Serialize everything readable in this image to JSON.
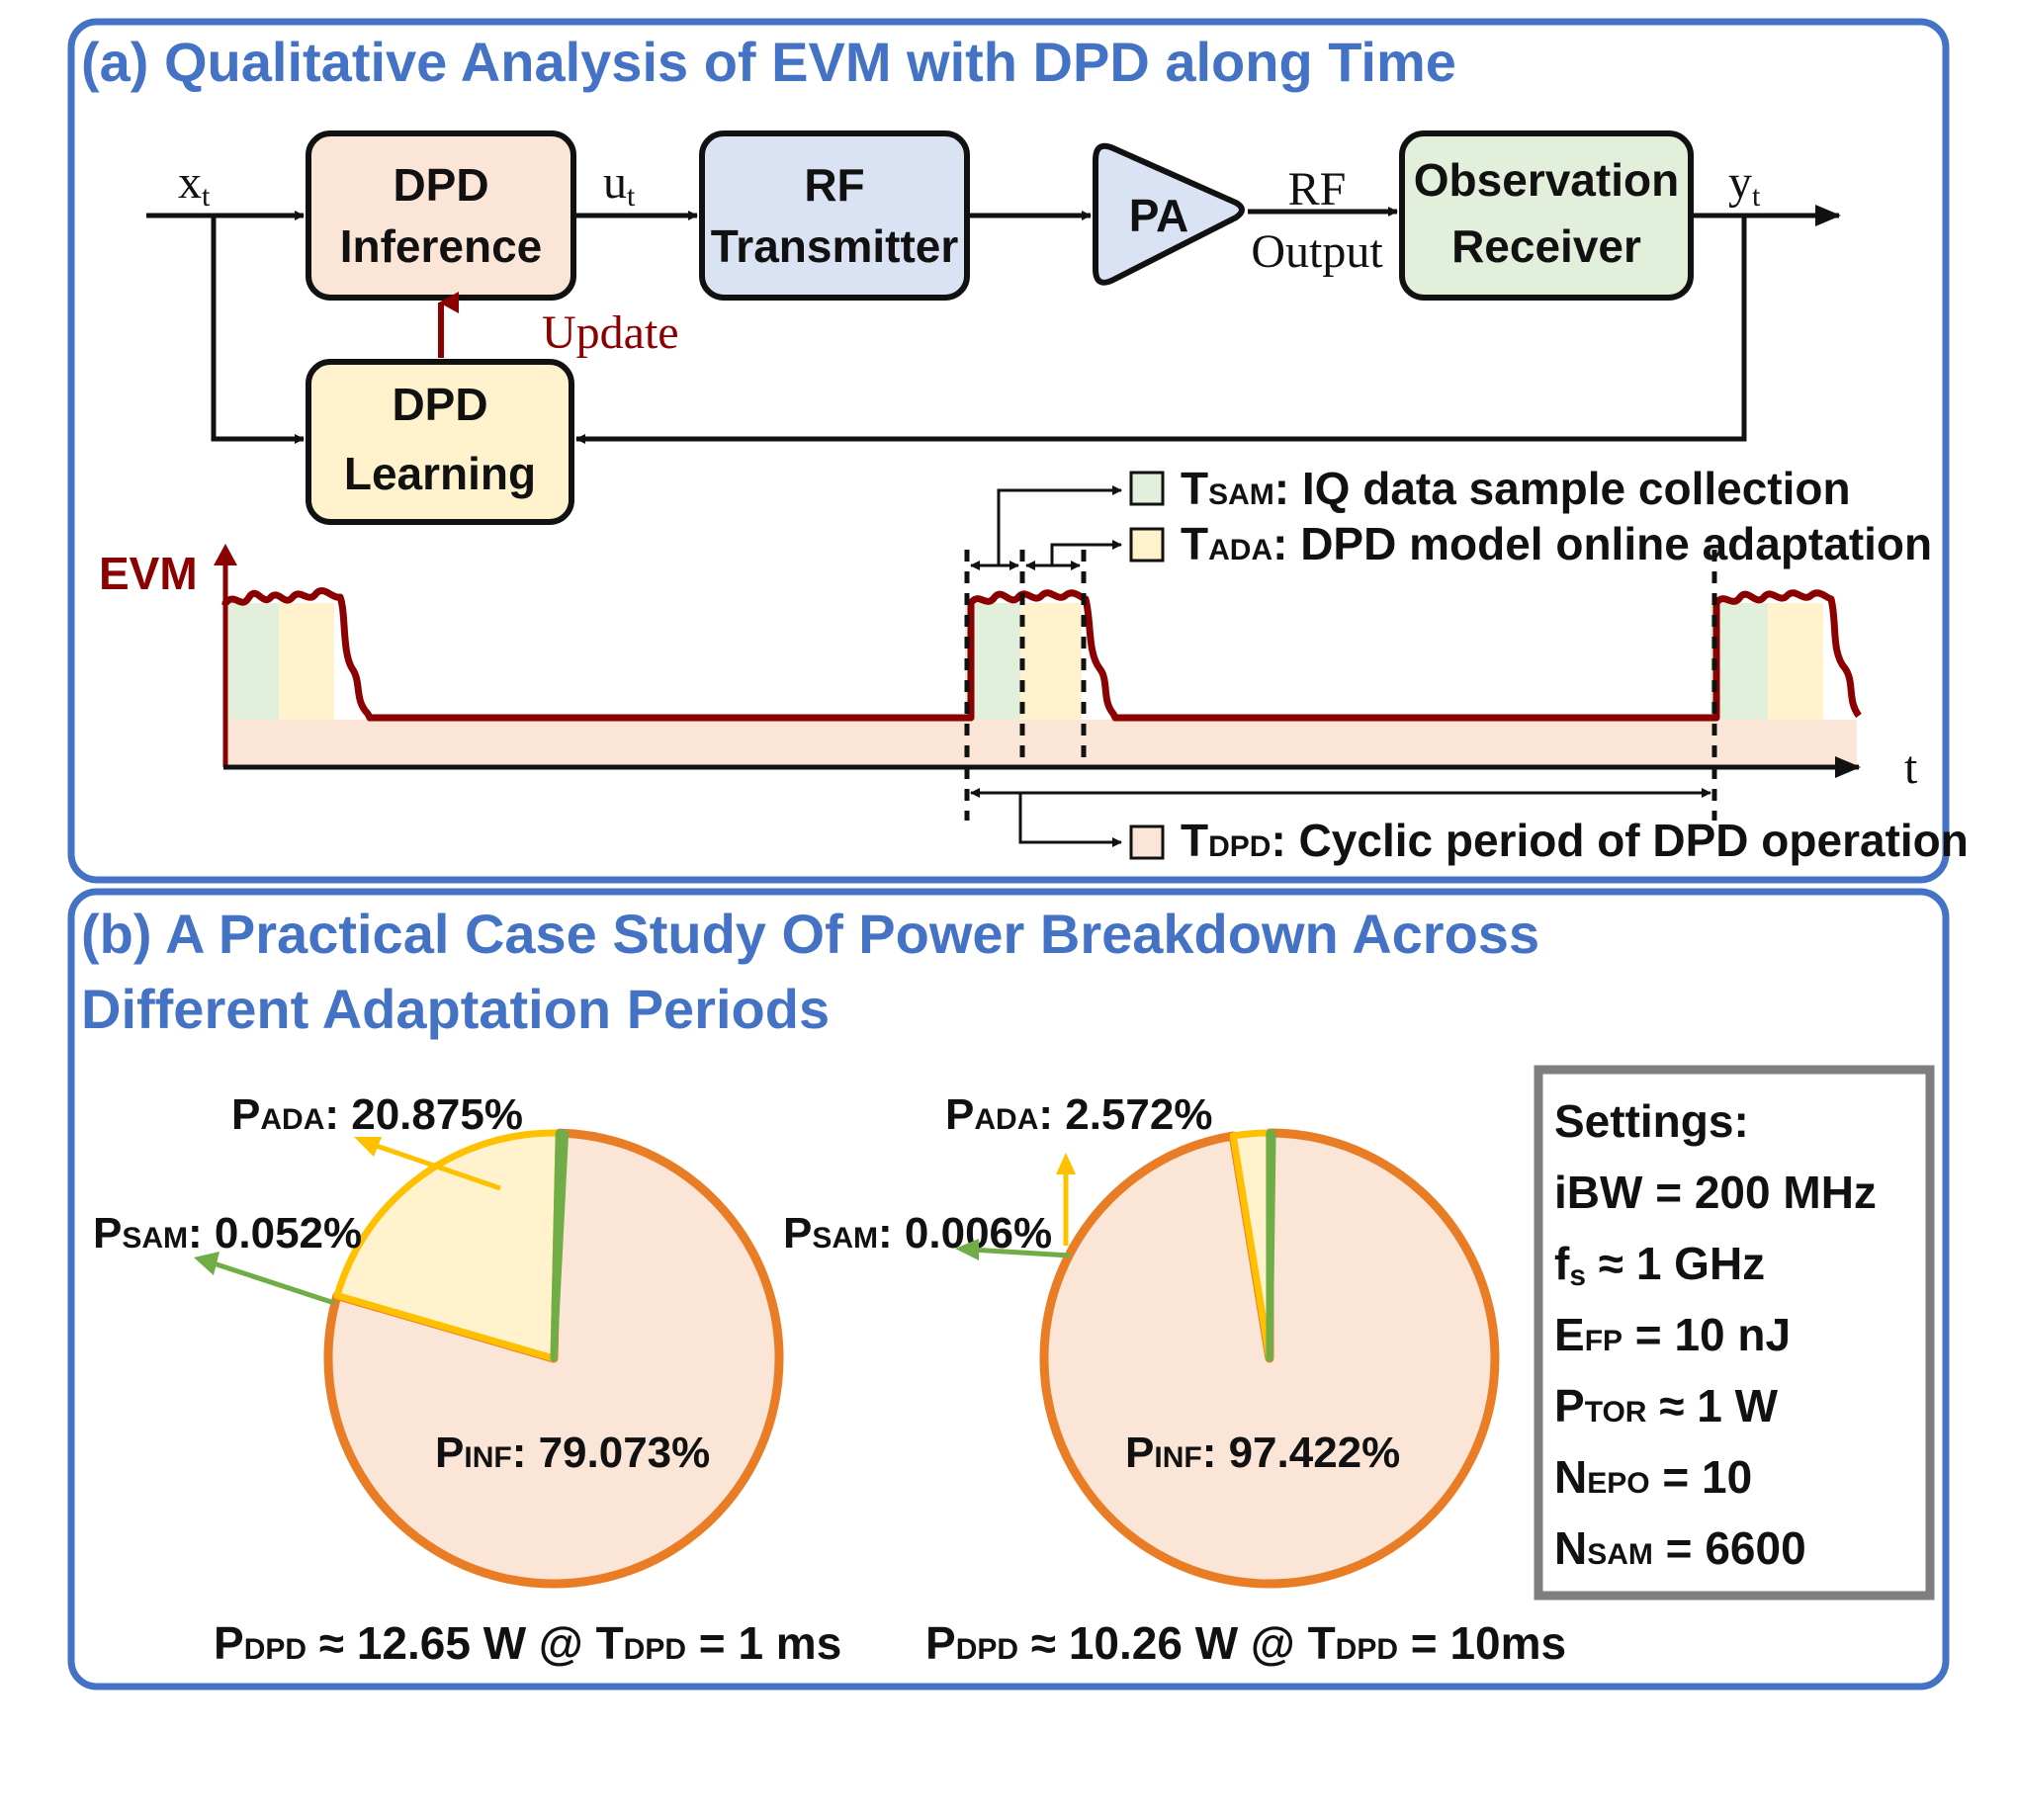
{
  "panel_a": {
    "title": "(a) Qualitative Analysis of EVM with DPD along Time",
    "blocks": {
      "dpd_inference": [
        "DPD",
        "Inference"
      ],
      "rf_transmitter": [
        "RF",
        "Transmitter"
      ],
      "pa": "PA",
      "observation_receiver": [
        "Observation",
        "Receiver"
      ],
      "dpd_learning": [
        "DPD",
        "Learning"
      ]
    },
    "signals": {
      "x": "x",
      "x_sub": "t",
      "u": "u",
      "u_sub": "t",
      "y": "y",
      "y_sub": "t",
      "rf_output": [
        "RF",
        "Output"
      ],
      "update": "Update"
    },
    "timing": {
      "evm_axis": "EVM",
      "t_axis": "t",
      "legend": [
        {
          "main": "T",
          "sub": "SAM",
          "text": ": IQ data sample collection",
          "color": "#E2EFDA"
        },
        {
          "main": "T",
          "sub": "ADA",
          "text": ": DPD model online adaptation",
          "color": "#FFF2CC"
        },
        {
          "main": "T",
          "sub": "DPD",
          "text": ": Cyclic period of DPD operation",
          "color": "#FBE5D6"
        }
      ]
    }
  },
  "panel_b": {
    "title_line1": "(b)  A Practical Case Study Of Power Breakdown Across",
    "title_line2": "Different Adaptation Periods",
    "pies": [
      {
        "slices": [
          {
            "main": "P",
            "sub": "INF",
            "value_text": ": 79.073%",
            "value": 79.073,
            "color": "#FBE5D6",
            "stroke": "#E97D25"
          },
          {
            "main": "P",
            "sub": "ADA",
            "value_text": ": 20.875%",
            "value": 20.875,
            "color": "#FFF2CC",
            "stroke": "#FFC000"
          },
          {
            "main": "P",
            "sub": "SAM",
            "value_text": ": 0.052%",
            "value": 0.052,
            "color": "#70AD47",
            "stroke": "#70AD47"
          }
        ],
        "caption": {
          "main": "P",
          "sub": "DPD",
          "mid": " ≈ 12.65 W @ T",
          "sub2": "DPD",
          "tail": " = 1 ms"
        }
      },
      {
        "slices": [
          {
            "main": "P",
            "sub": "INF",
            "value_text": ": 97.422%",
            "value": 97.422,
            "color": "#FBE5D6",
            "stroke": "#E97D25"
          },
          {
            "main": "P",
            "sub": "ADA",
            "value_text": ": 2.572%",
            "value": 2.572,
            "color": "#FFF2CC",
            "stroke": "#FFC000"
          },
          {
            "main": "P",
            "sub": "SAM",
            "value_text": ": 0.006%",
            "value": 0.006,
            "color": "#70AD47",
            "stroke": "#70AD47"
          }
        ],
        "caption": {
          "main": "P",
          "sub": "DPD",
          "mid": " ≈ 10.26 W @ T",
          "sub2": "DPD",
          "tail": " = 10ms"
        }
      }
    ],
    "settings": {
      "title": "Settings:",
      "rows": [
        {
          "main": "iBW",
          "sub": "",
          "tail": " = 200 MHz"
        },
        {
          "main": "f",
          "sub": "s",
          "tail": "  ≈ 1 GHz"
        },
        {
          "main": "E",
          "sub": "FP",
          "tail": "  = 10 nJ"
        },
        {
          "main": "P",
          "sub": "TOR",
          "tail": "  ≈ 1 W"
        },
        {
          "main": "N",
          "sub": "EPO",
          "tail": "  = 10"
        },
        {
          "main": "N",
          "sub": "SAM",
          "tail": "  = 6600"
        }
      ]
    }
  },
  "colors": {
    "frame": "#4472C4",
    "evm": "#8B0000",
    "dpd_inference_fill": "#FBE5D6",
    "rf_tx_fill": "#DAE3F3",
    "pa_fill": "#DAE3F3",
    "obs_rx_fill": "#E2EFDA",
    "dpd_learning_fill": "#FFF2CC",
    "inf_stroke": "#E97D25",
    "ada_stroke": "#FFC000",
    "sam_stroke": "#70AD47",
    "settings_border": "#7F7F7F"
  }
}
